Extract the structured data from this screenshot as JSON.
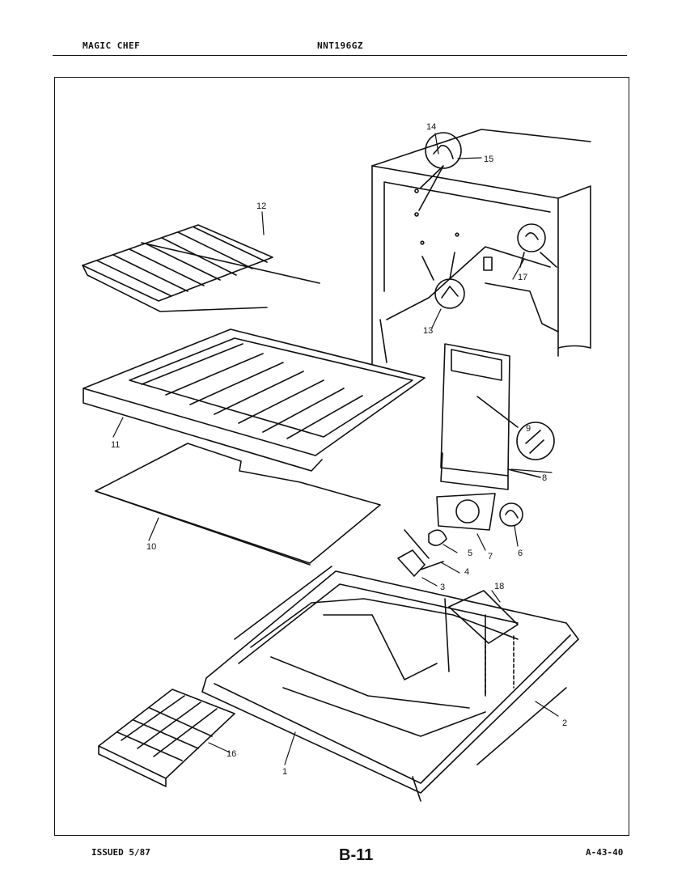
{
  "header": {
    "brand": "MAGIC CHEF",
    "model": "NNT196GZ"
  },
  "footer": {
    "issued": "ISSUED 5/87",
    "page": "B-11",
    "catalog_ref": "A-43-40"
  },
  "callouts": {
    "c1": "1",
    "c2": "2",
    "c3": "3",
    "c4": "4",
    "c5": "5",
    "c6": "6",
    "c7": "7",
    "c8": "8",
    "c9": "9",
    "c10": "10",
    "c11": "11",
    "c12": "12",
    "c13": "13",
    "c14": "14",
    "c15": "15",
    "c16": "16",
    "c17": "17",
    "c18": "18"
  }
}
